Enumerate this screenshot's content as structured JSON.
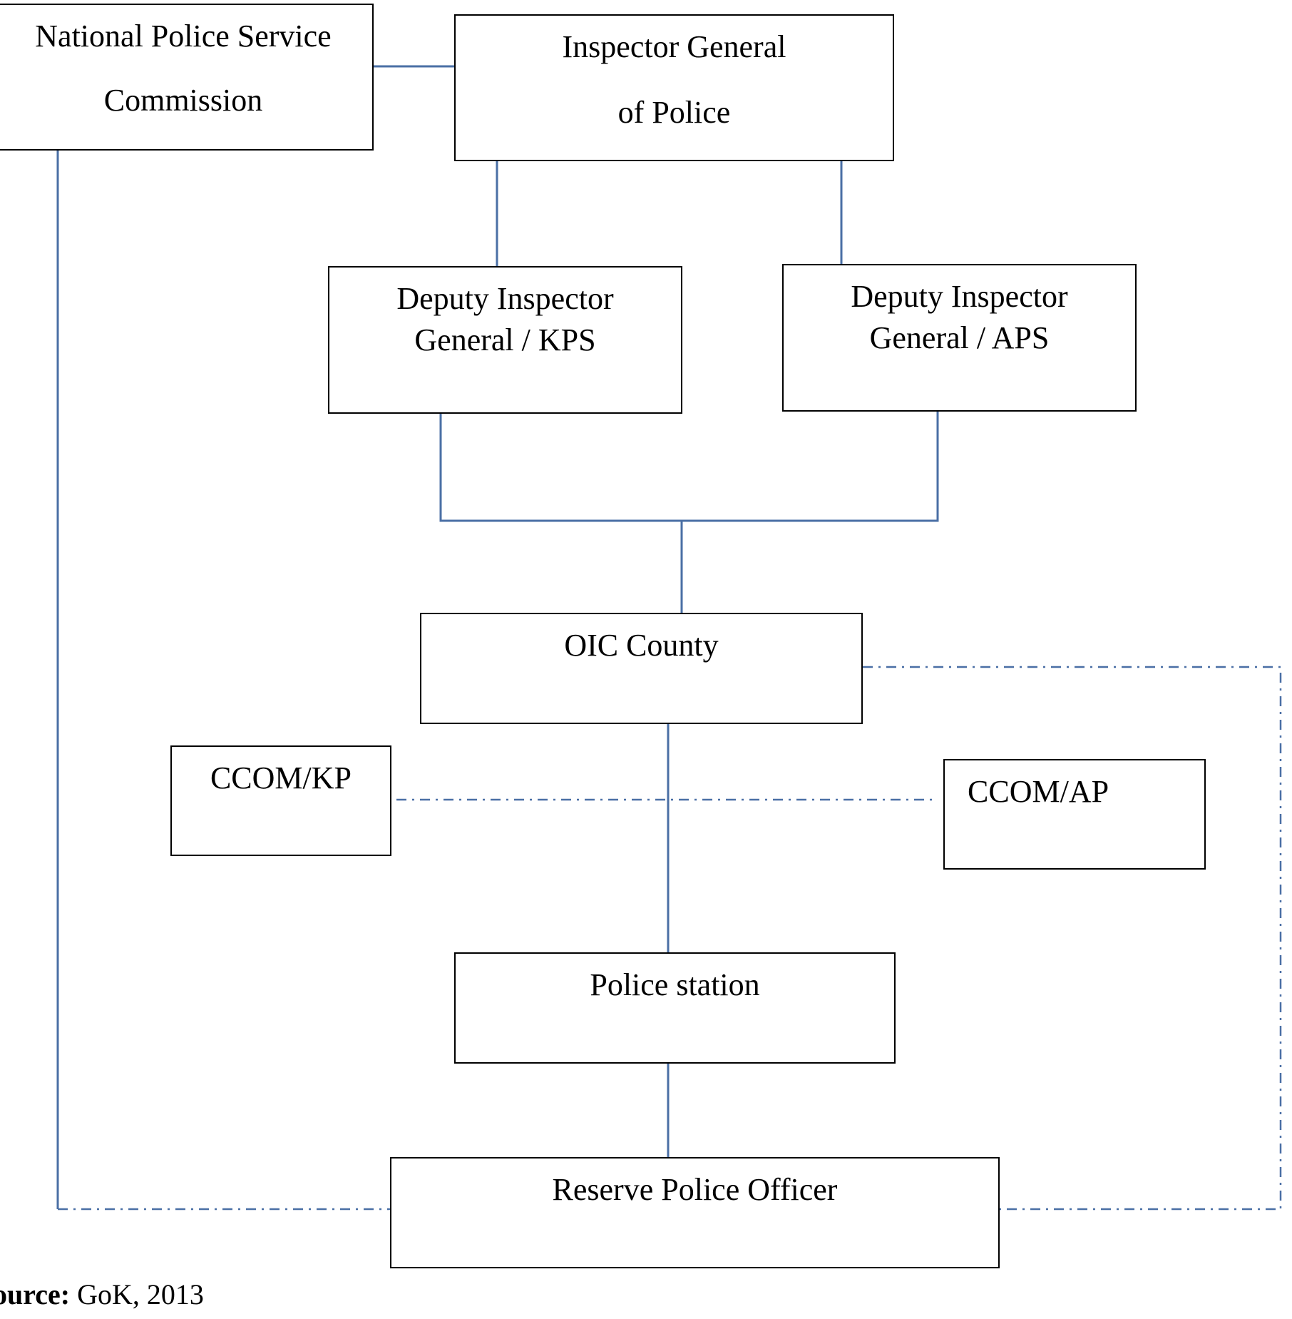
{
  "nodes": {
    "commission": {
      "line1": "National Police Service",
      "line2": "Commission"
    },
    "igp": {
      "line1": "Inspector General",
      "line2": "of Police"
    },
    "dig_kps": {
      "line1": "Deputy Inspector",
      "line2": "General / KPS"
    },
    "dig_aps": {
      "line1": "Deputy Inspector",
      "line2": "General / APS"
    },
    "oic_county": {
      "label": "OIC County"
    },
    "ccom_kp": {
      "label": "CCOM/KP"
    },
    "ccom_ap": {
      "label": "CCOM/AP"
    },
    "police_station": {
      "label": "Police station"
    },
    "reserve_officer": {
      "label": "Reserve Police Officer"
    }
  },
  "source": {
    "label": "ource:",
    "value": " GoK, 2013"
  },
  "colors": {
    "connector": "#4a6fa5",
    "border": "#000000"
  }
}
